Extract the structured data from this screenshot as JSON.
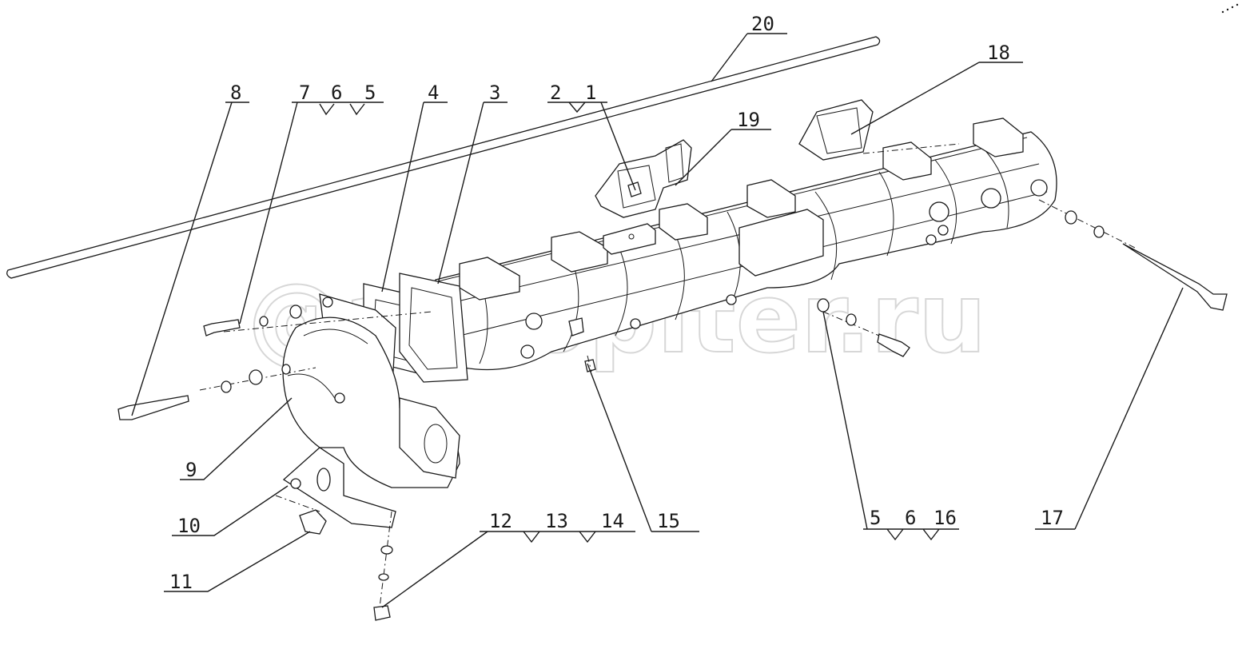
{
  "diagram": {
    "type": "exploded-parts-diagram",
    "watermark": "@autopiter.ru",
    "callouts": [
      {
        "id": "20",
        "label": "20"
      },
      {
        "id": "18",
        "label": "18"
      },
      {
        "id": "8",
        "label": "8"
      },
      {
        "id": "7",
        "label": "7"
      },
      {
        "id": "6a",
        "label": "6"
      },
      {
        "id": "5a",
        "label": "5"
      },
      {
        "id": "4",
        "label": "4"
      },
      {
        "id": "3",
        "label": "3"
      },
      {
        "id": "2",
        "label": "2"
      },
      {
        "id": "1",
        "label": "1"
      },
      {
        "id": "19",
        "label": "19"
      },
      {
        "id": "9",
        "label": "9"
      },
      {
        "id": "10",
        "label": "10"
      },
      {
        "id": "11",
        "label": "11"
      },
      {
        "id": "12",
        "label": "12"
      },
      {
        "id": "13",
        "label": "13"
      },
      {
        "id": "14",
        "label": "14"
      },
      {
        "id": "15",
        "label": "15"
      },
      {
        "id": "5b",
        "label": "5"
      },
      {
        "id": "6b",
        "label": "6"
      },
      {
        "id": "16",
        "label": "16"
      },
      {
        "id": "17",
        "label": "17"
      }
    ]
  }
}
